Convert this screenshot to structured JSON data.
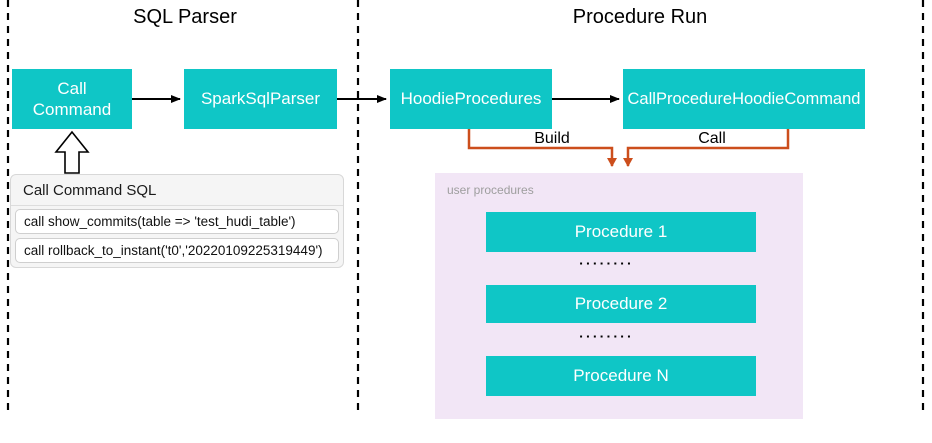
{
  "sections": {
    "sql_parser": {
      "title": "SQL Parser"
    },
    "procedure_run": {
      "title": "Procedure Run"
    }
  },
  "nodes": {
    "call_command": "Call\nCommand",
    "spark_sql_parser": "SparkSqlParser",
    "hoodie_procedures": "HoodieProcedures",
    "call_procedure_hoodie_command": "CallProcedureHoodieCommand"
  },
  "edges": {
    "build_label": "Build",
    "call_label": "Call"
  },
  "sql_box": {
    "title": "Call Command SQL",
    "lines": [
      "call show_commits(table => 'test_hudi_table')",
      "call rollback_to_instant('t0','20220109225319449')"
    ]
  },
  "user_procedures": {
    "label": "user procedures",
    "items": [
      "Procedure 1",
      "Procedure 2",
      "Procedure N"
    ],
    "dots": "▪▪▪▪▪▪▪▪"
  },
  "colors": {
    "teal": "#0fc6c6",
    "orange": "#cc4e1c",
    "purple_bg": "#f2e6f6",
    "panel_gray": "#f5f5f5"
  }
}
